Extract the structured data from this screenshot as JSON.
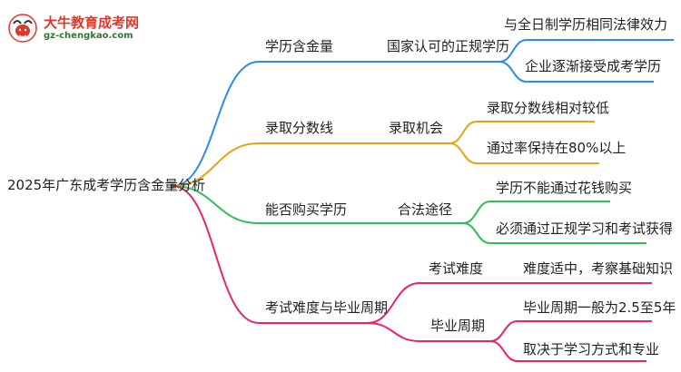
{
  "logo": {
    "title": "大牛教育成考网",
    "url": "gz-chengkao.com"
  },
  "root": {
    "label": "2025年广东成考学历含金量分析"
  },
  "branches": [
    {
      "label": "学历含金量",
      "color": "#2f8be8",
      "child": "国家认可的正规学历",
      "leaves": [
        "与全日制学历相同法律效力",
        "企业逐渐接受成考学历"
      ]
    },
    {
      "label": "录取分数线",
      "color": "#e8a317",
      "child": "录取机会",
      "leaves": [
        "录取分数线相对较低",
        "通过率保持在80%以上"
      ]
    },
    {
      "label": "能否购买学历",
      "color": "#2fbf5a",
      "child": "合法途径",
      "leaves": [
        "学历不能通过花钱购买",
        "必须通过正规学习和考试获得"
      ]
    },
    {
      "label": "考试难度与毕业周期",
      "color": "#e8236f",
      "children": [
        {
          "label": "考试难度",
          "leaves": [
            "难度适中，考察基础知识"
          ]
        },
        {
          "label": "毕业周期",
          "leaves": [
            "毕业周期一般为2.5至5年",
            "取决于学习方式和专业"
          ]
        }
      ]
    }
  ]
}
